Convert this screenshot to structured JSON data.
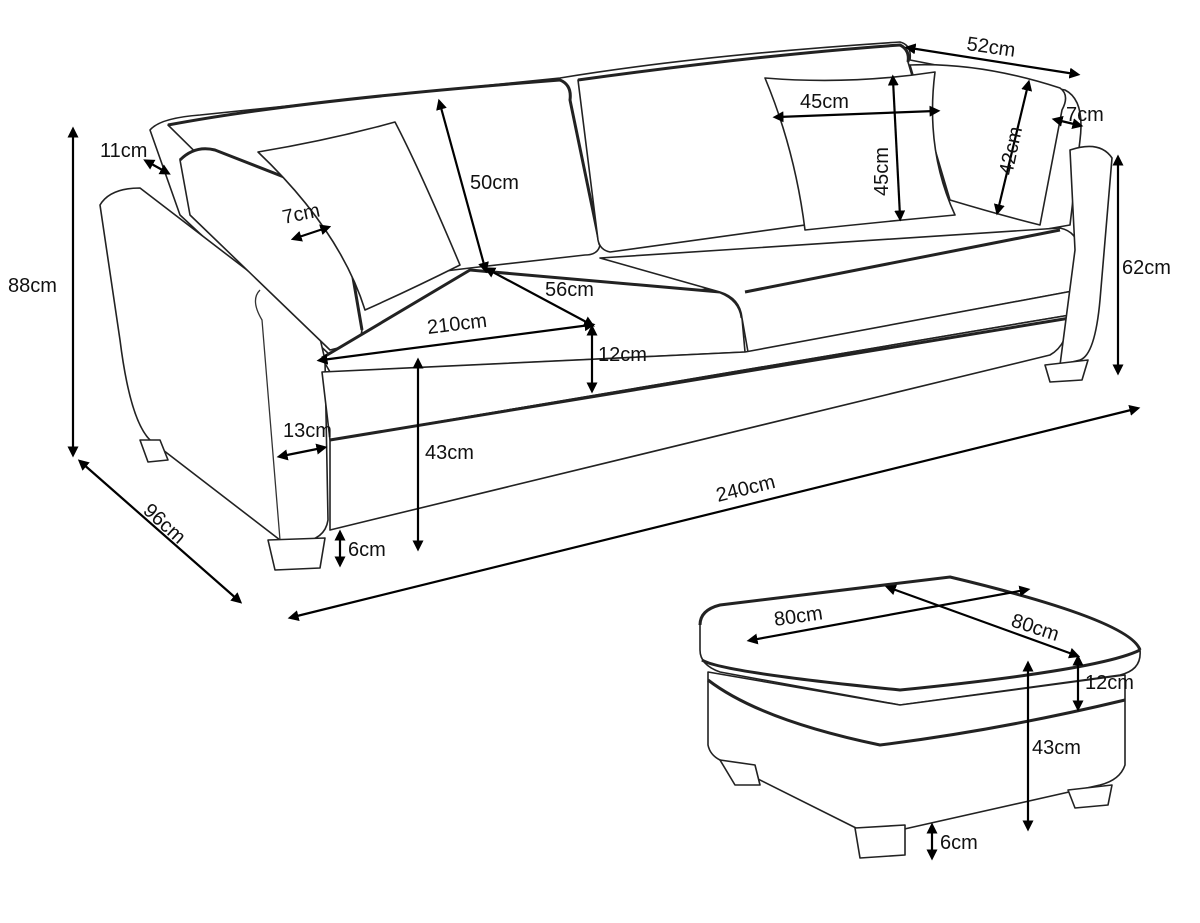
{
  "sofa": {
    "back_cushion_depth_top": "52cm",
    "pillow_width": "45cm",
    "pillow_height": "45cm",
    "side_pillow_height": "42cm",
    "side_pillow_thickness_right": "7cm",
    "side_pillow_thickness_left": "7cm",
    "back_thickness": "11cm",
    "back_cushion_height": "50cm",
    "total_height": "88cm",
    "arm_height": "62cm",
    "seat_depth": "56cm",
    "seat_width": "210cm",
    "seat_cushion_thickness": "12cm",
    "arm_width": "13cm",
    "seat_height": "43cm",
    "leg_height": "6cm",
    "total_width": "240cm",
    "total_depth": "96cm"
  },
  "ottoman": {
    "width": "80cm",
    "depth": "80cm",
    "cushion_thickness": "12cm",
    "height": "43cm",
    "leg_height": "6cm"
  }
}
